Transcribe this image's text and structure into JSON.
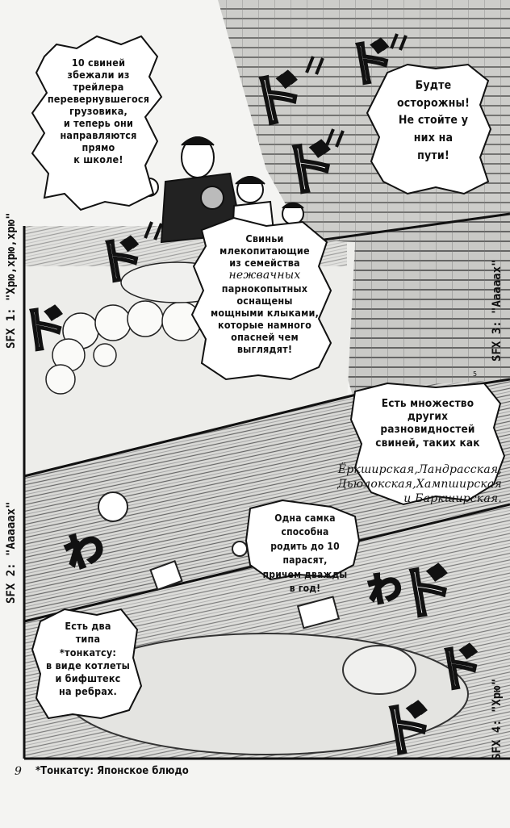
{
  "bubbles": {
    "pigs_escaped": [
      "10 свиней",
      "збежали из",
      "трейлера",
      "перевернувшегося",
      "грузовика,",
      "и теперь они",
      "направляются",
      "прямо",
      "к школе!"
    ],
    "be_careful": [
      "Будте",
      "осторожны!",
      "Не стойте у",
      "них на",
      "пути!"
    ],
    "pigs_fact": [
      "Свиньи",
      "млекопитающие",
      "из семейства",
      "нежвачных",
      "парнокопытных",
      "оснащены",
      "мощными клыками,",
      "которые намного",
      "опасней чем",
      "выглядят!"
    ],
    "varieties": [
      "Есть множество",
      "других",
      "разновидностей",
      "свиней, таких как"
    ],
    "breeds": [
      "Ёркширская,Ландрасская,",
      "Дьюлокская,Хампширская",
      "и Баркширская."
    ],
    "sow": [
      "Одна самка способна",
      "родить до 10 парасят,",
      "причем дважды",
      "в год!"
    ],
    "tonkatsu": [
      "Есть два",
      "типа",
      "*тонкатсу:",
      "в виде котлеты",
      "и бифштекс",
      "на ребрах."
    ]
  },
  "sfx_notes": {
    "sfx1": "SFX 1: \"Хрю,хрю,хрю\"",
    "sfx2": "SFX 2: \"Ааааах\"",
    "sfx3": "SFX 3: \"Ааааах\"",
    "sfx4": "SFX 4: \"Хрю\""
  },
  "footer": {
    "page_number": "9",
    "note": "*Тонкатсу: Японское блюдо"
  },
  "small_page_number": "5"
}
